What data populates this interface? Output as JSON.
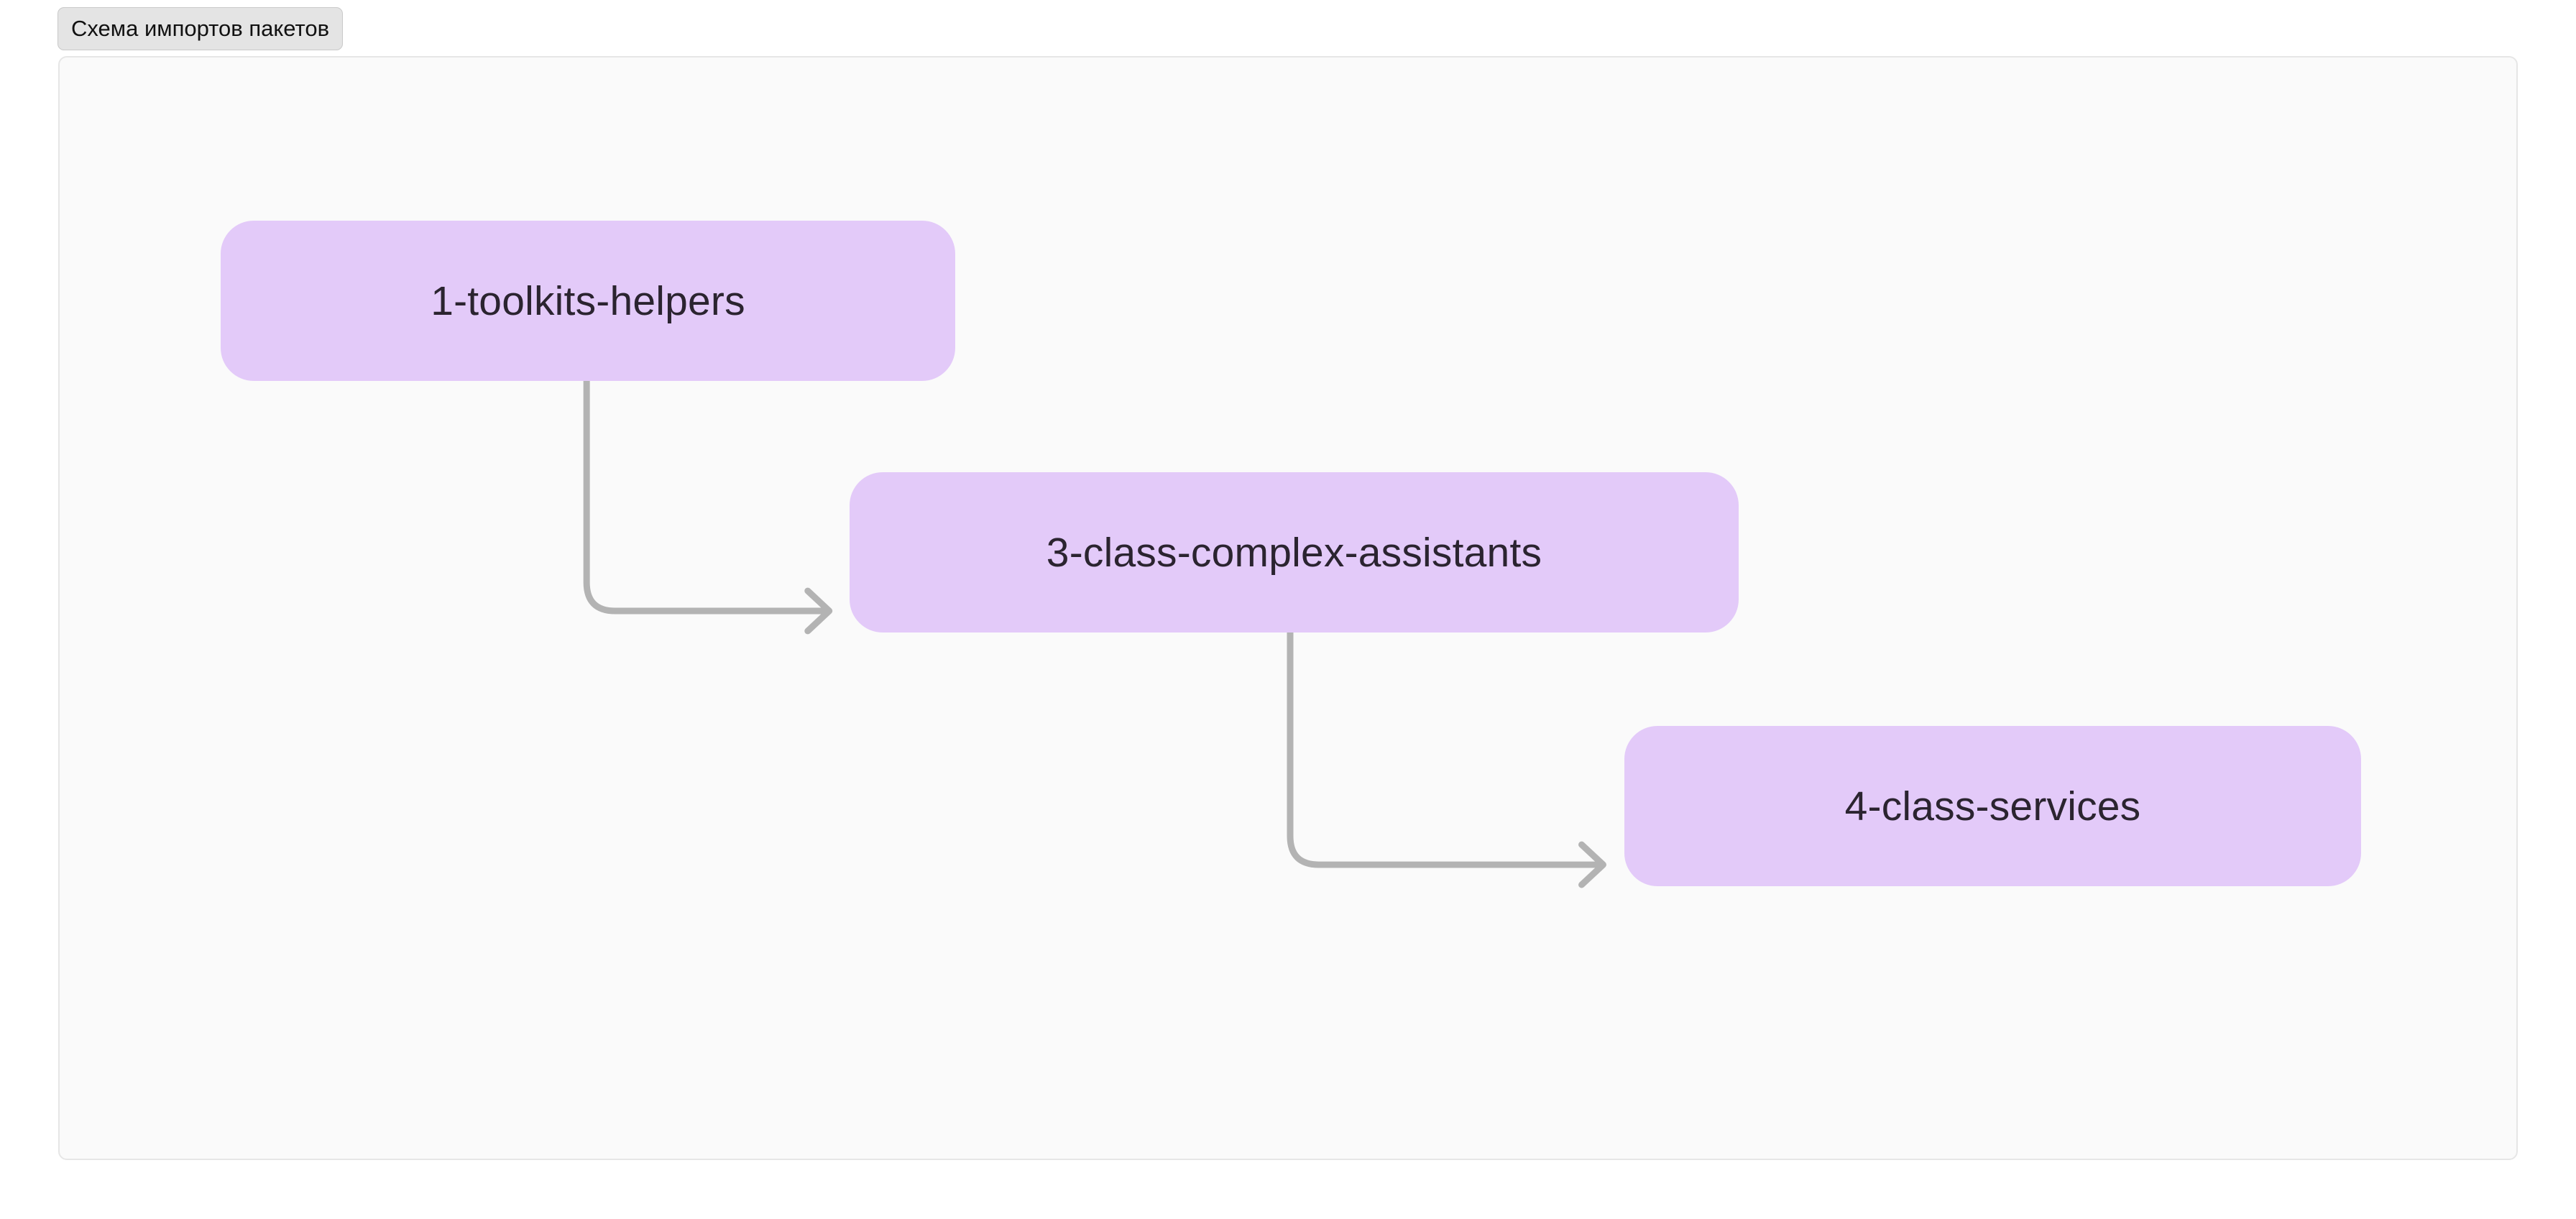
{
  "tab": {
    "label": "Схема импортов пакетов",
    "background": "#e4e4e4",
    "border": "#c9c9c9",
    "text_color": "#111111"
  },
  "canvas": {
    "background": "#fafafa",
    "border": "#e6e6e6"
  },
  "diagram": {
    "type": "flowchart",
    "direction": "left-to-right-cascading",
    "node_fill": "#e3caf9",
    "node_text_color": "#2b2430",
    "edge_color": "#b3b3b3",
    "nodes": [
      {
        "id": "n1",
        "label": "1-toolkits-helpers"
      },
      {
        "id": "n3",
        "label": "3-class-complex-assistants"
      },
      {
        "id": "n4",
        "label": "4-class-services"
      }
    ],
    "edges": [
      {
        "from": "1-toolkits-helpers",
        "to": "3-class-complex-assistants",
        "arrow": "open-chevron"
      },
      {
        "from": "3-class-complex-assistants",
        "to": "4-class-services",
        "arrow": "open-chevron"
      }
    ]
  }
}
